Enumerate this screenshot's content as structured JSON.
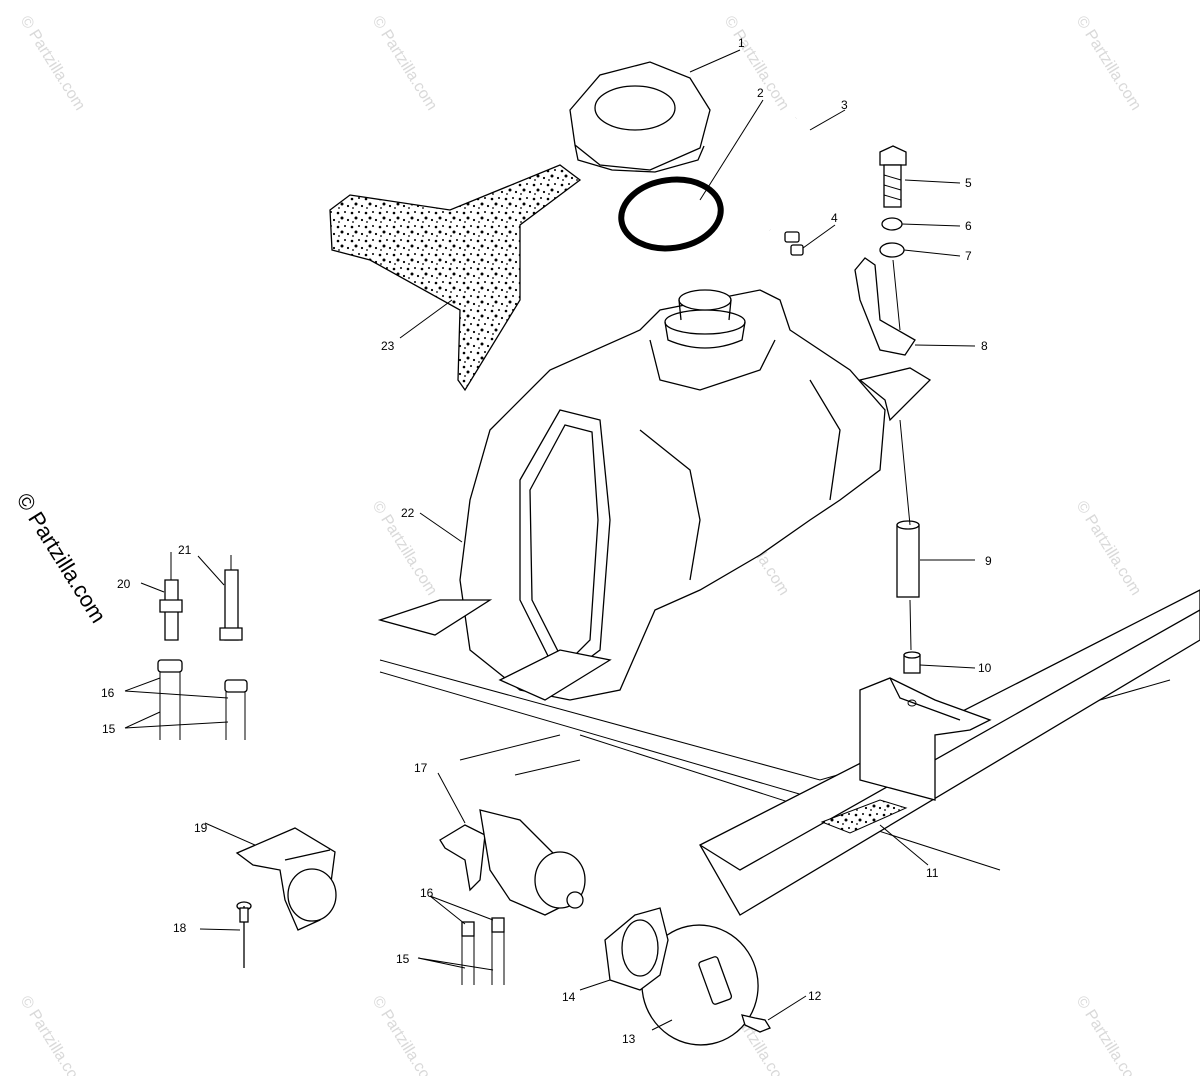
{
  "watermark": "© Partzilla.com",
  "side_watermark": "© Partzilla.com",
  "callouts": {
    "c1": "1",
    "c2": "2",
    "c3": "3",
    "c4": "4",
    "c5": "5",
    "c6": "6",
    "c7": "7",
    "c8": "8",
    "c9": "9",
    "c10": "10",
    "c11": "11",
    "c12": "12",
    "c13": "13",
    "c14": "14",
    "c15a": "15",
    "c15b": "15",
    "c16a": "16",
    "c16b": "16",
    "c17": "17",
    "c18": "18",
    "c19": "19",
    "c20": "20",
    "c21": "21",
    "c22": "22",
    "c23": "23"
  }
}
